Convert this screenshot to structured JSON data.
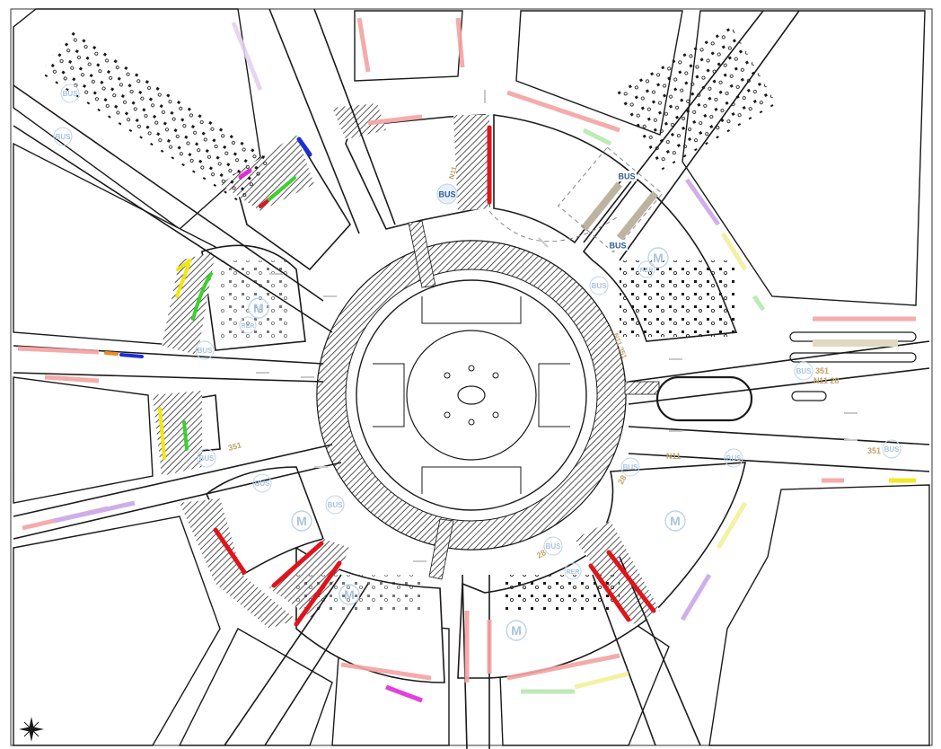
{
  "map": {
    "labels": {
      "bus": "BUS",
      "metro": "M",
      "rer": "RER",
      "line_351": "351",
      "line_28": "28",
      "line_n11": "N11",
      "line_n11_28": "N11 28",
      "line_n11_351": "N11 351"
    },
    "colors": {
      "background": "#ffffff",
      "linework": "#1a1a1a",
      "hatch": "#2b2b2b",
      "red": "#e0141b",
      "green": "#3bd12e",
      "yellow": "#f2e611",
      "blue": "#1a2fd6",
      "magenta": "#e02bd6",
      "orange": "#f08a1f",
      "light_red": "#f5a3a3",
      "light_green": "#b6e8b0",
      "light_yellow": "#f5f09a",
      "light_purple": "#c9a6e8",
      "light_blue_symbol": "#bcd4ea",
      "label_blue": "#4a86bf",
      "label_brown": "#c2a36a"
    },
    "icons": [
      "compass-north-icon"
    ]
  }
}
